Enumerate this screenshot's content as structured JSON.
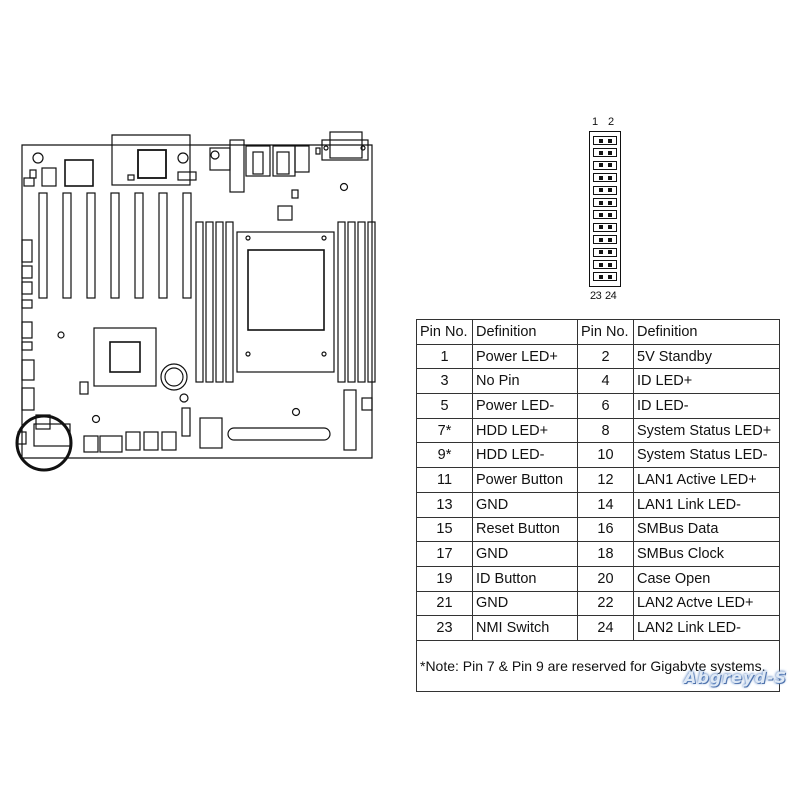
{
  "header": {
    "top_labels": [
      "1",
      "2"
    ],
    "bottom_labels": [
      "23",
      "24"
    ],
    "pin_row_count": 12
  },
  "table": {
    "headers": [
      "Pin No.",
      "Definition",
      "Pin No.",
      "Definition"
    ],
    "rows": [
      [
        "1",
        "Power LED+",
        "2",
        "5V Standby"
      ],
      [
        "3",
        "No Pin",
        "4",
        "ID LED+"
      ],
      [
        "5",
        "Power LED-",
        "6",
        "ID LED-"
      ],
      [
        "7*",
        "HDD LED+",
        "8",
        "System Status LED+"
      ],
      [
        "9*",
        "HDD LED-",
        "10",
        "System Status LED-"
      ],
      [
        "11",
        "Power Button",
        "12",
        "LAN1 Active LED+"
      ],
      [
        "13",
        "GND",
        "14",
        "LAN1 Link LED-"
      ],
      [
        "15",
        "Reset Button",
        "16",
        "SMBus Data"
      ],
      [
        "17",
        "GND",
        "18",
        "SMBus Clock"
      ],
      [
        "19",
        "ID Button",
        "20",
        "Case Open"
      ],
      [
        "21",
        "GND",
        "22",
        "LAN2 Actve LED+"
      ],
      [
        "23",
        "NMI Switch",
        "24",
        "LAN2 Link LED-"
      ]
    ],
    "note": "*Note: Pin 7 & Pin 9 are reserved for Gigabyte systems."
  },
  "watermark": "Abgreyd-S",
  "colors": {
    "line": "#111111",
    "background": "#ffffff",
    "watermark": "#6a8fc7"
  }
}
